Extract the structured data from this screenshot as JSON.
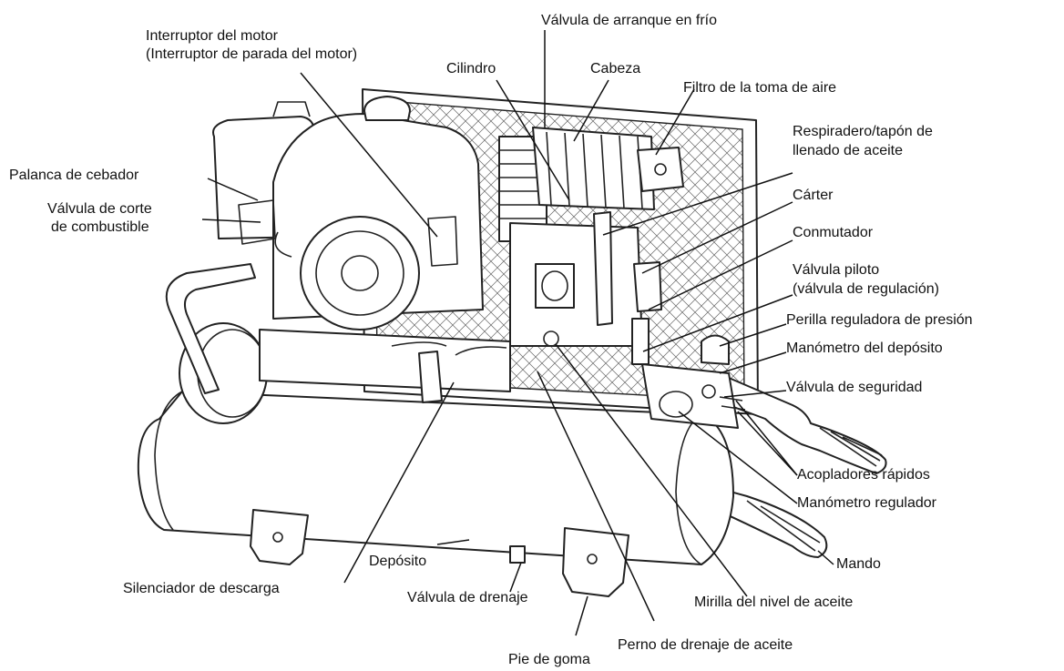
{
  "labels": {
    "valvula_arranque": "Válvula de arranque en frío",
    "interruptor_motor_1": "Interruptor del motor",
    "interruptor_motor_2": "(Interruptor de parada del motor)",
    "cilindro": "Cilindro",
    "cabeza": "Cabeza",
    "filtro_aire": "Filtro de la toma de aire",
    "respiradero_1": "Respiradero/tapón de",
    "respiradero_2": "llenado de aceite",
    "palanca_cebador": "Palanca de cebador",
    "valvula_corte_1": "Válvula de corte",
    "valvula_corte_2": "de combustible",
    "carter": "Cárter",
    "conmutador": "Conmutador",
    "valvula_piloto_1": "Válvula piloto",
    "valvula_piloto_2": "(válvula de regulación)",
    "perilla": "Perilla reguladora de presión",
    "manometro_deposito": "Manómetro del depósito",
    "valvula_seguridad": "Válvula de seguridad",
    "acopladores": "Acopladores rápidos",
    "manometro_regulador": "Manómetro regulador",
    "mando": "Mando",
    "deposito": "Depósito",
    "silenciador": "Silenciador de descarga",
    "valvula_drenaje": "Válvula de drenaje",
    "mirilla": "Mirilla del nivel de aceite",
    "perno_drenaje": "Perno de drenaje de aceite",
    "pie_goma": "Pie de goma"
  },
  "colors": {
    "ink": "#111111",
    "paper": "#ffffff"
  }
}
